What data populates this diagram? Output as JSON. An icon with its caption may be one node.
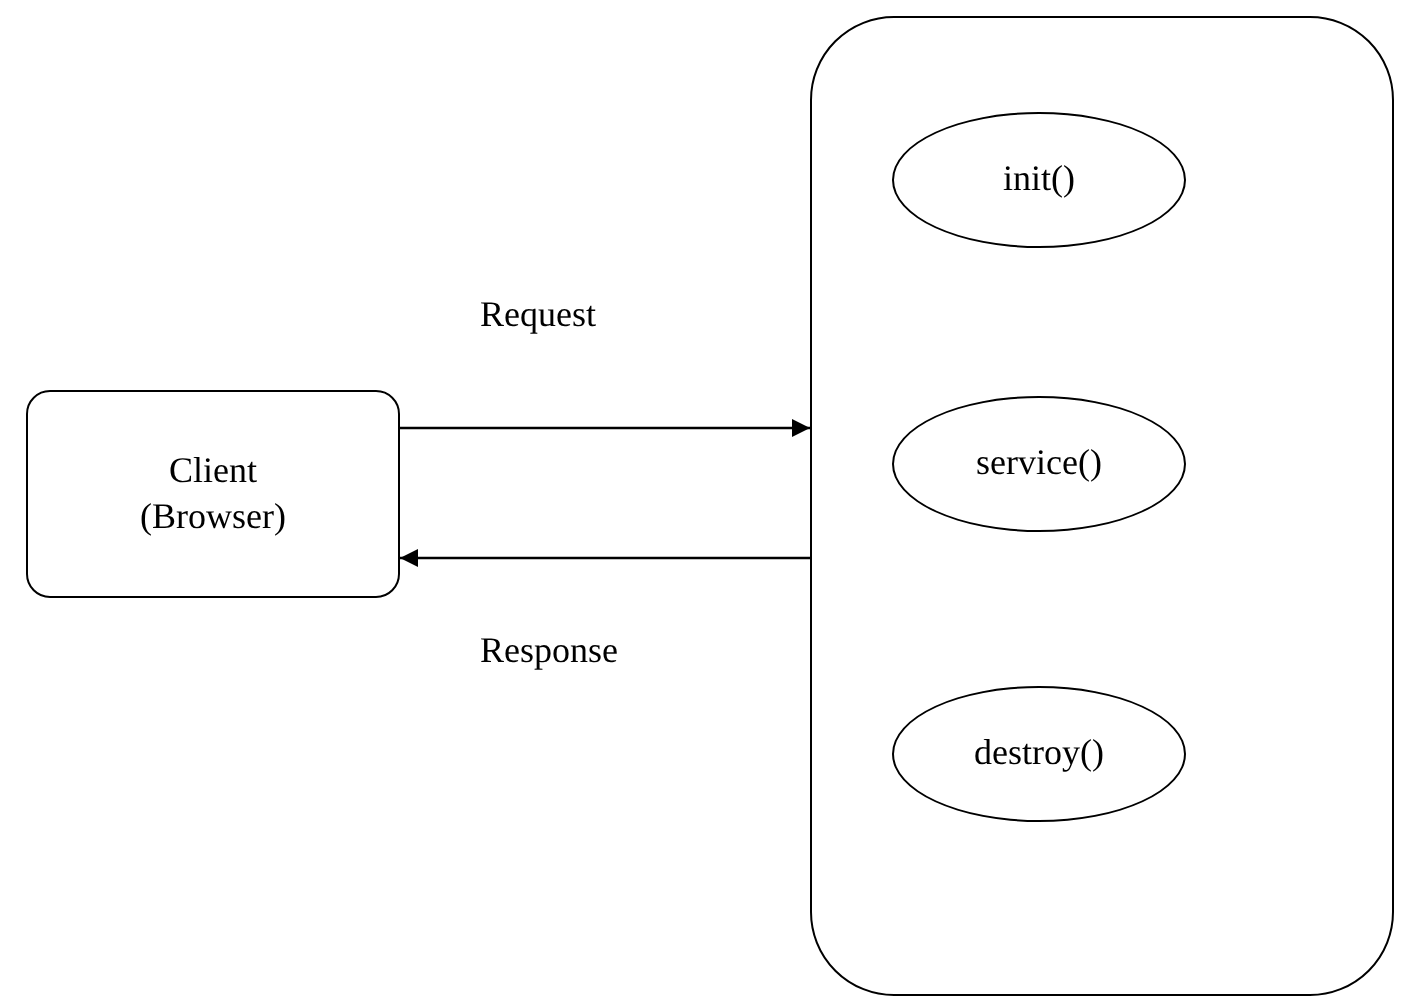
{
  "diagram": {
    "nodes": [
      {
        "text": [
          "Client (Browser)"
        ]
      },
      {
        "text": [],
        "shape": "box"
      },
      {
        "text": [
          "init()"
        ],
        "in": 1
      },
      {
        "text": [
          "service()"
        ],
        "in": 1
      },
      {
        "text": [
          "destroy()"
        ],
        "in": 1
      }
    ],
    "edges": [
      {
        "from": 0,
        "to": 1,
        "arrow": "to",
        "label": "Request"
      },
      {
        "from": 1,
        "to": 0,
        "arrow": "to",
        "label": "Response"
      }
    ]
  }
}
